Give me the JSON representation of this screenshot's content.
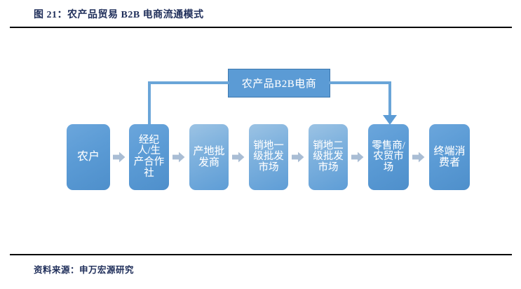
{
  "figure": {
    "title": "图 21：农产品贸易 B2B 电商流通模式",
    "source": "资料来源：申万宏源研究"
  },
  "colors": {
    "title_text": "#1F2E5A",
    "rule": "#000000",
    "node_solid": "#5B9BD5",
    "node_light": "#8DBBE2",
    "connector": "#6AA5D8",
    "chevron": "#A9BDD4"
  },
  "diagram": {
    "hub": {
      "label": "农产品B2B电商"
    },
    "nodes": [
      {
        "id": "farmer",
        "label": "农户",
        "fill": "solid"
      },
      {
        "id": "broker",
        "label": "经纪人/生产合作社",
        "fill": "solid"
      },
      {
        "id": "origin",
        "label": "产地批发商",
        "fill": "light"
      },
      {
        "id": "market1",
        "label": "销地一级批发市场",
        "fill": "light"
      },
      {
        "id": "market2",
        "label": "销地二级批发市场",
        "fill": "light"
      },
      {
        "id": "retail",
        "label": "零售商/农贸市场",
        "fill": "solid"
      },
      {
        "id": "consumer",
        "label": "终端消费者",
        "fill": "solid"
      }
    ],
    "chevrons": [
      {
        "from": "farmer",
        "to": "broker"
      },
      {
        "from": "broker",
        "to": "origin"
      },
      {
        "from": "origin",
        "to": "market1"
      },
      {
        "from": "market1",
        "to": "market2"
      },
      {
        "from": "market2",
        "to": "retail"
      },
      {
        "from": "retail",
        "to": "consumer"
      }
    ],
    "connectors": [
      {
        "id": "hub-to-broker",
        "kind": "elbow-left",
        "arrowhead": false
      },
      {
        "id": "hub-to-retail",
        "kind": "elbow-right",
        "arrowhead": true
      }
    ]
  }
}
